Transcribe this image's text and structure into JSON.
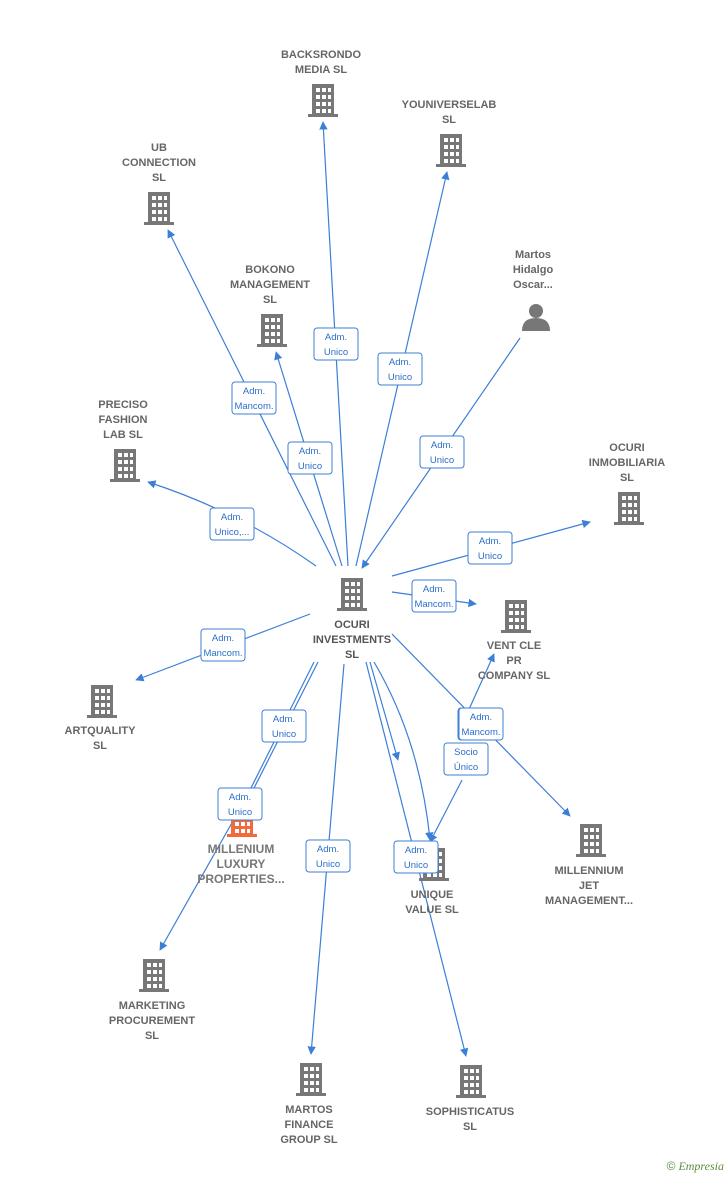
{
  "colors": {
    "edge": "#3c7fd6",
    "building": "#777777",
    "focus_building": "#f26a3a",
    "person": "#777777"
  },
  "nodes": [
    {
      "id": "ocuri_inv",
      "type": "building",
      "lines": [
        "OCURI",
        "INVESTMENTS",
        "SL"
      ],
      "role": "main"
    },
    {
      "id": "backsrondo",
      "type": "building",
      "lines": [
        "BACKSRONDO",
        "MEDIA  SL"
      ]
    },
    {
      "id": "youniverse",
      "type": "building",
      "lines": [
        "YOUNIVERSELAB",
        "SL"
      ]
    },
    {
      "id": "ub",
      "type": "building",
      "lines": [
        "UB",
        "CONNECTION",
        "SL"
      ]
    },
    {
      "id": "bokono",
      "type": "building",
      "lines": [
        "BOKONO",
        "MANAGEMENT",
        "SL"
      ]
    },
    {
      "id": "martos_person",
      "type": "person",
      "lines": [
        "Martos",
        "Hidalgo",
        "Oscar..."
      ]
    },
    {
      "id": "preciso",
      "type": "building",
      "lines": [
        "PRECISO",
        "FASHION",
        "LAB  SL"
      ]
    },
    {
      "id": "ocuri_inm",
      "type": "building",
      "lines": [
        "OCURI",
        "INMOBILIARIA",
        "SL"
      ]
    },
    {
      "id": "ventcle",
      "type": "building",
      "lines": [
        "VENT CLE",
        "PR",
        "COMPANY  SL"
      ]
    },
    {
      "id": "artquality",
      "type": "building",
      "lines": [
        "ARTQUALITY",
        "SL"
      ]
    },
    {
      "id": "millenium_lux",
      "type": "building",
      "lines": [
        "MILLENIUM",
        "LUXURY",
        "PROPERTIES..."
      ],
      "role": "focus"
    },
    {
      "id": "unique",
      "type": "building",
      "lines": [
        "UNIQUE",
        "VALUE  SL"
      ]
    },
    {
      "id": "millennium_jet",
      "type": "building",
      "lines": [
        "MILLENNIUM",
        "JET",
        "MANAGEMENT..."
      ]
    },
    {
      "id": "marketing",
      "type": "building",
      "lines": [
        "MARKETING",
        "PROCUREMENT",
        "SL"
      ]
    },
    {
      "id": "martos_fin",
      "type": "building",
      "lines": [
        "MARTOS",
        "FINANCE",
        "GROUP  SL"
      ]
    },
    {
      "id": "sophisticatus",
      "type": "building",
      "lines": [
        "SOPHISTICATUS",
        "SL"
      ]
    }
  ],
  "edges": [
    {
      "id": "e1",
      "lines": [
        "Adm.",
        "Unico"
      ]
    },
    {
      "id": "e2",
      "lines": [
        "Adm.",
        "Unico"
      ]
    },
    {
      "id": "e3",
      "lines": [
        "Adm.",
        "Mancom."
      ]
    },
    {
      "id": "e4",
      "lines": [
        "Adm.",
        "Unico"
      ]
    },
    {
      "id": "e5",
      "lines": [
        "Adm.",
        "Unico"
      ]
    },
    {
      "id": "e6",
      "lines": [
        "Adm.",
        "Unico,..."
      ]
    },
    {
      "id": "e7",
      "lines": [
        "Adm.",
        "Unico"
      ]
    },
    {
      "id": "e8",
      "lines": [
        "Adm.",
        "Mancom."
      ]
    },
    {
      "id": "e9",
      "lines": [
        "Adm.",
        "Mancom."
      ]
    },
    {
      "id": "e10",
      "lines": [
        "Adm.",
        "Unico"
      ]
    },
    {
      "id": "e11",
      "lines": [
        "Adm.",
        "Unico"
      ]
    },
    {
      "id": "e12",
      "lines": [
        "Socio",
        "Único"
      ]
    },
    {
      "id": "e13",
      "lines": [
        "Adm.",
        "Unico"
      ]
    },
    {
      "id": "e14",
      "lines": [
        "Adm.",
        "Mancom."
      ]
    },
    {
      "id": "e15",
      "lines": [
        "Adm.",
        "Unico"
      ]
    },
    {
      "id": "e16",
      "lines": [
        "Adm.",
        "Unico"
      ]
    }
  ],
  "brand": {
    "copyright": "©",
    "name": "Empresia"
  }
}
